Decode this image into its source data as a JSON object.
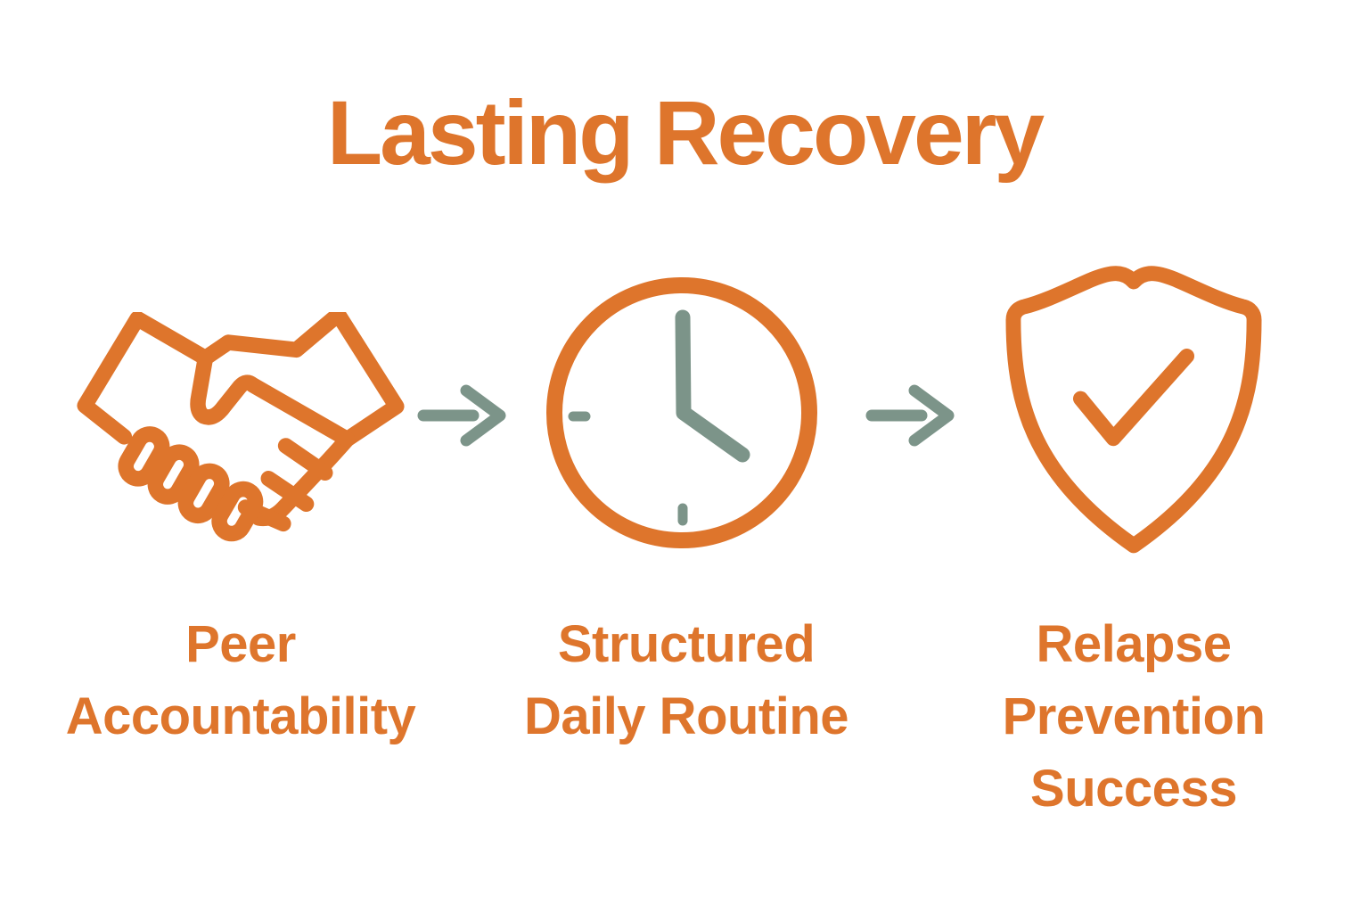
{
  "title": "Lasting Recovery",
  "colors": {
    "accent_orange": "#DE752C",
    "accent_sage": "#7C9489",
    "background": "#FFFFFF"
  },
  "steps": [
    {
      "icon": "handshake-icon",
      "label": "Peer Accountability",
      "label_lines": [
        "Peer",
        "Accountability"
      ]
    },
    {
      "icon": "clock-icon",
      "label": "Structured Daily Routine",
      "label_lines": [
        "Structured",
        "Daily Routine"
      ],
      "clock_time_shown": "4:00"
    },
    {
      "icon": "shield-check-icon",
      "label": "Relapse Prevention Success",
      "label_lines": [
        "Relapse",
        "Prevention",
        "Success"
      ]
    }
  ],
  "connectors": [
    {
      "icon": "arrow-right-icon",
      "direction": "right"
    },
    {
      "icon": "arrow-right-icon",
      "direction": "right"
    }
  ]
}
